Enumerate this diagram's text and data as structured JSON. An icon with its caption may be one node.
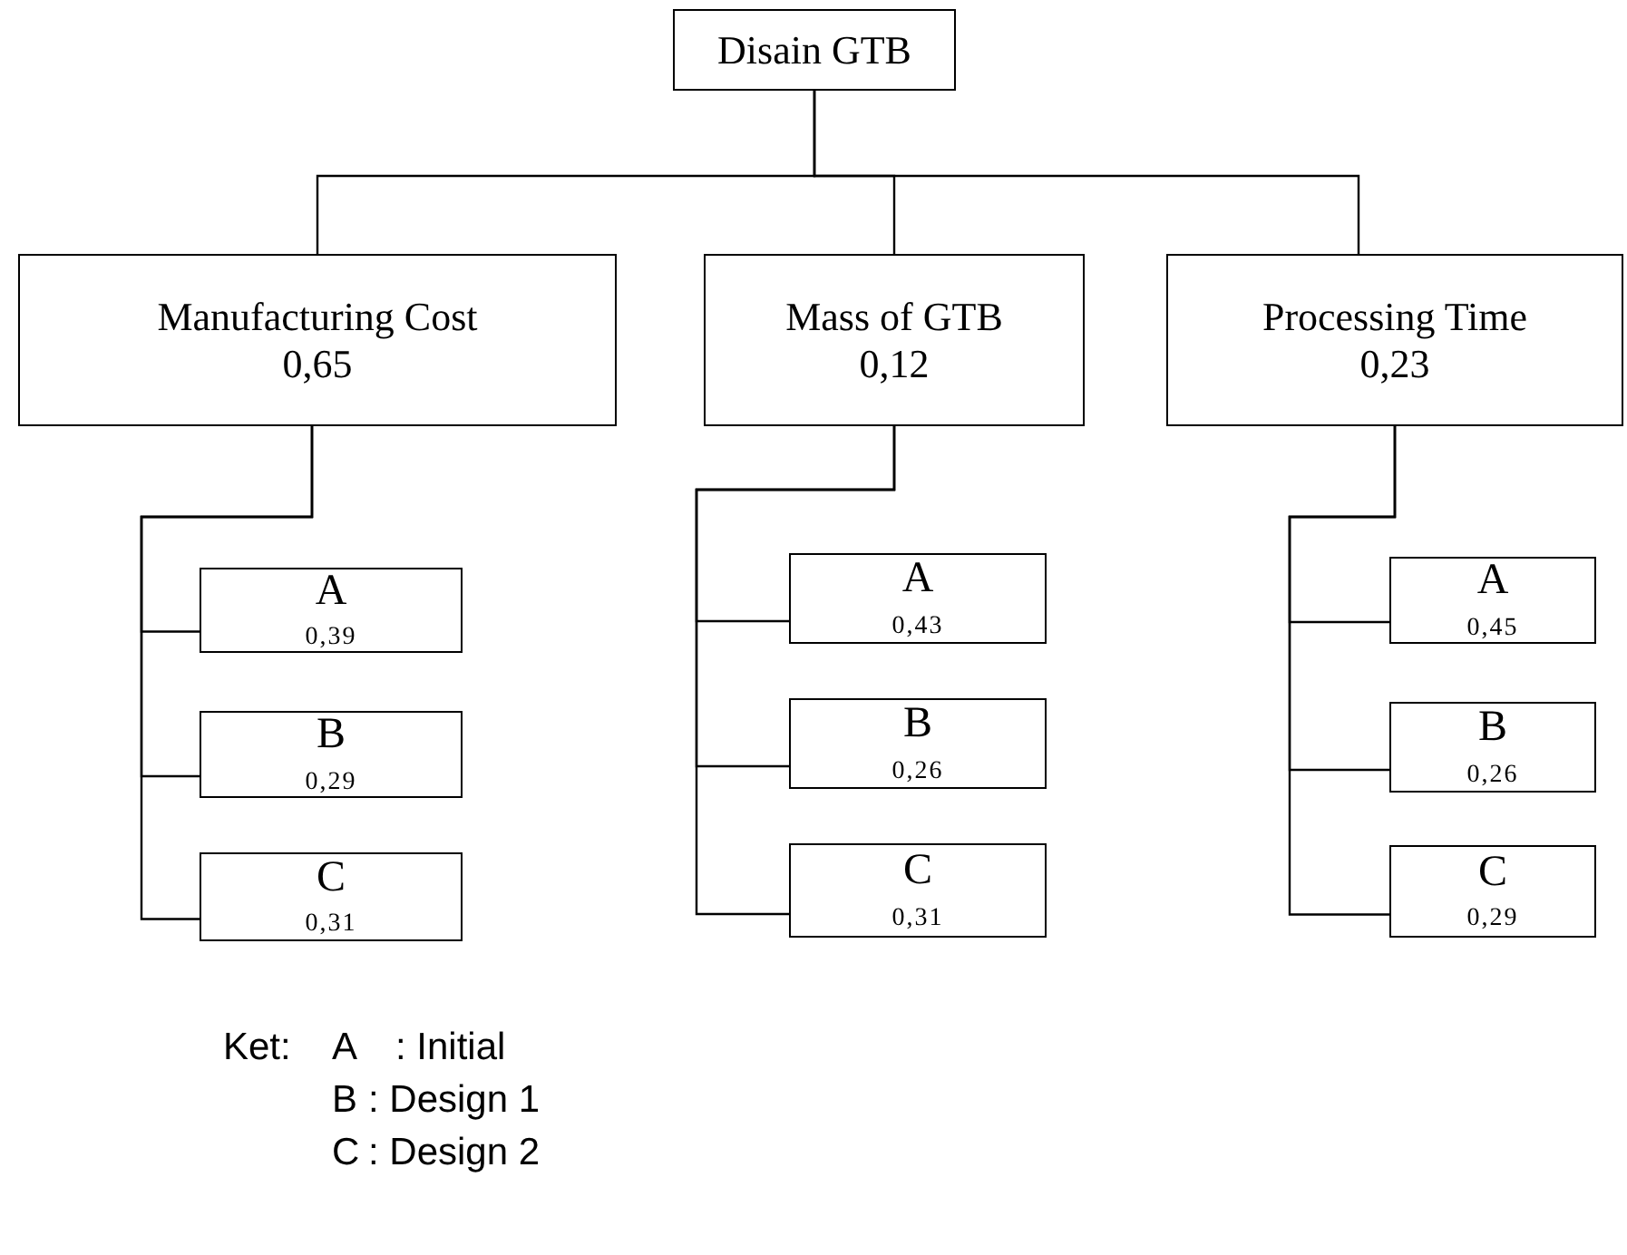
{
  "diagram": {
    "nodes": [
      {
        "text": [
          "Disain GTB"
        ]
      },
      {
        "text": [
          "Manufacturing Cost",
          "0,65"
        ]
      },
      {
        "text": [
          "Mass of GTB",
          "0,12"
        ]
      },
      {
        "text": [
          "Processing Time",
          "0,23"
        ]
      },
      {
        "text": [
          "A",
          "0,39"
        ]
      },
      {
        "text": [
          "B",
          "0,29"
        ]
      },
      {
        "text": [
          "C",
          "0,31"
        ]
      },
      {
        "text": [
          "A",
          "0,43"
        ]
      },
      {
        "text": [
          "B",
          "0,26"
        ]
      },
      {
        "text": [
          "C",
          "0,31"
        ]
      },
      {
        "text": [
          "A",
          "0,45"
        ]
      },
      {
        "text": [
          "B",
          "0,26"
        ]
      },
      {
        "text": [
          "C",
          "0,29"
        ]
      }
    ],
    "edges": [
      {
        "from": 0,
        "to": 1,
        "arrow": "none"
      },
      {
        "from": 0,
        "to": 2,
        "arrow": "none"
      },
      {
        "from": 0,
        "to": 3,
        "arrow": "none"
      },
      {
        "from": 1,
        "to": 4,
        "arrow": "none"
      },
      {
        "from": 1,
        "to": 5,
        "arrow": "none"
      },
      {
        "from": 1,
        "to": 6,
        "arrow": "none"
      },
      {
        "from": 2,
        "to": 7,
        "arrow": "none"
      },
      {
        "from": 2,
        "to": 8,
        "arrow": "none"
      },
      {
        "from": 2,
        "to": 9,
        "arrow": "none"
      },
      {
        "from": 3,
        "to": 10,
        "arrow": "none"
      },
      {
        "from": 3,
        "to": 11,
        "arrow": "none"
      },
      {
        "from": 3,
        "to": 12,
        "arrow": "none"
      }
    ],
    "labels": [
      "Ket:",
      "A",
      ": Initial",
      "B",
      ": Design 1",
      "C",
      ": Design 2"
    ]
  }
}
